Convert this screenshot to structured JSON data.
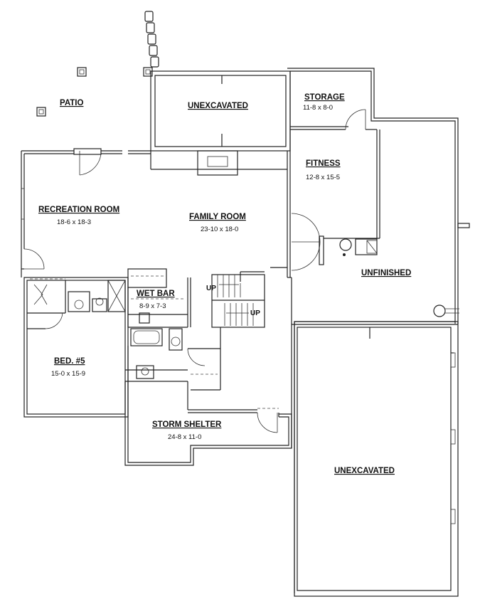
{
  "rooms": {
    "patio": {
      "name": "PATIO"
    },
    "unexcavated_top": {
      "name": "UNEXCAVATED"
    },
    "storage": {
      "name": "STORAGE",
      "dims": "11-8 x 8-0"
    },
    "fitness": {
      "name": "FITNESS",
      "dims": "12-8 x 15-5"
    },
    "recreation_room": {
      "name": "RECREATION ROOM",
      "dims": "18-6 x 18-3"
    },
    "family_room": {
      "name": "FAMILY ROOM",
      "dims": "23-10 x 18-0"
    },
    "unfinished": {
      "name": "UNFINISHED"
    },
    "wet_bar": {
      "name": "WET BAR",
      "dims": "8-9 x 7-3"
    },
    "bed5": {
      "name": "BED. #5",
      "dims": "15-0 x 15-9"
    },
    "storm_shelter": {
      "name": "STORM SHELTER",
      "dims": "24-8 x 11-0"
    },
    "unexcavated_bottom": {
      "name": "UNEXCAVATED"
    }
  },
  "stairs": {
    "up_upper": "UP",
    "up_lower": "UP"
  }
}
